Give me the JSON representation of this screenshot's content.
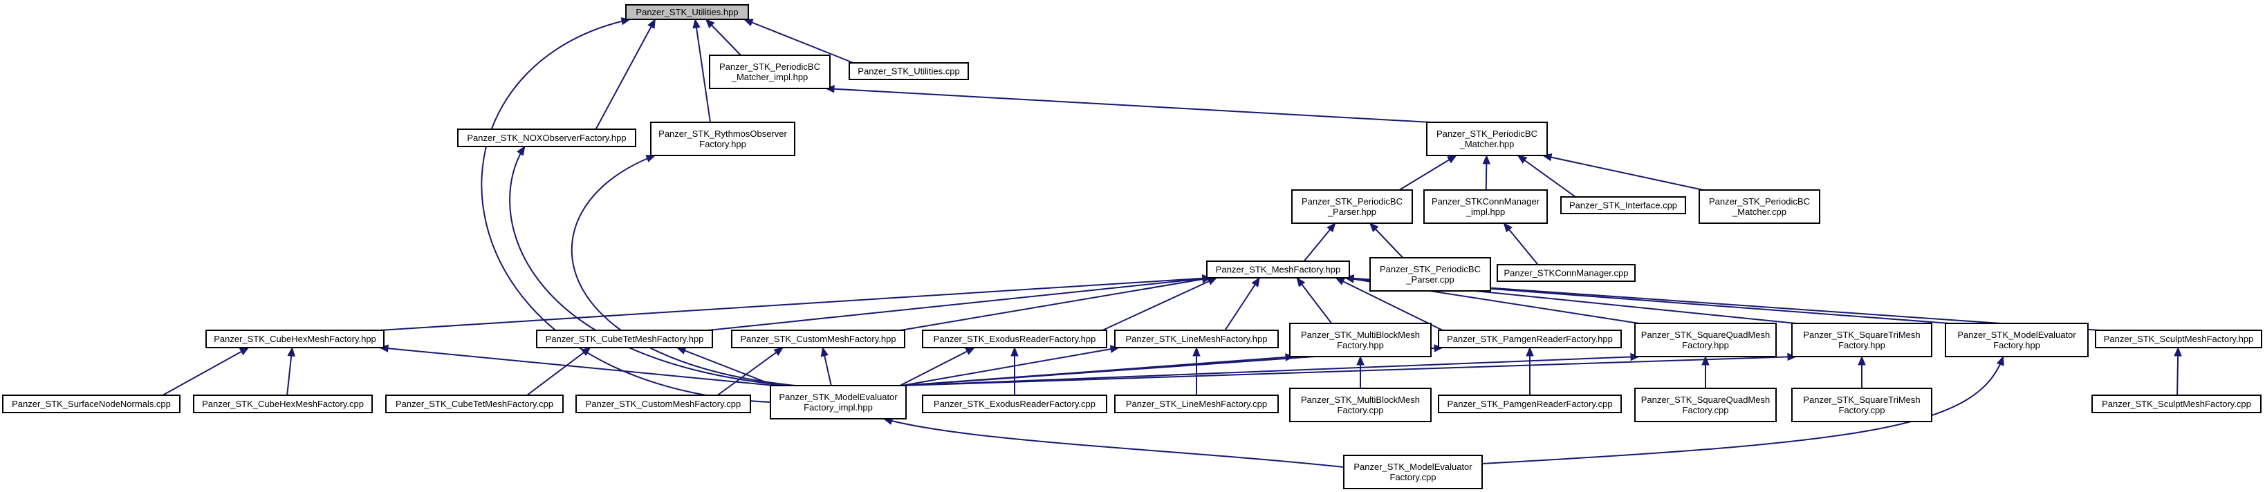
{
  "diagram": {
    "type": "include-dependency-graph",
    "root_fill": "#bfbfbf",
    "node_fill": "#ffffff",
    "border_color": "#000000",
    "edge_color": "#191970",
    "nodes": [
      {
        "id": "utilities_hpp",
        "lines": [
          "Panzer_STK_Utilities.hpp"
        ],
        "root": true
      },
      {
        "id": "periodicbc_matcher_impl_hpp",
        "lines": [
          "Panzer_STK_PeriodicBC",
          "_Matcher_impl.hpp"
        ]
      },
      {
        "id": "utilities_cpp",
        "lines": [
          "Panzer_STK_Utilities.cpp"
        ]
      },
      {
        "id": "noxobserverfactory_hpp",
        "lines": [
          "Panzer_STK_NOXObserverFactory.hpp"
        ]
      },
      {
        "id": "rythmosobserverfactory_hpp",
        "lines": [
          "Panzer_STK_RythmosObserver",
          "Factory.hpp"
        ]
      },
      {
        "id": "periodicbc_matcher_hpp",
        "lines": [
          "Panzer_STK_PeriodicBC",
          "_Matcher.hpp"
        ]
      },
      {
        "id": "periodicbc_parser_hpp",
        "lines": [
          "Panzer_STK_PeriodicBC",
          "_Parser.hpp"
        ]
      },
      {
        "id": "stkconnmanager_impl_hpp",
        "lines": [
          "Panzer_STKConnManager",
          "_impl.hpp"
        ]
      },
      {
        "id": "interface_cpp",
        "lines": [
          "Panzer_STK_Interface.cpp"
        ]
      },
      {
        "id": "periodicbc_matcher_cpp",
        "lines": [
          "Panzer_STK_PeriodicBC",
          "_Matcher.cpp"
        ]
      },
      {
        "id": "meshfactory_hpp",
        "lines": [
          "Panzer_STK_MeshFactory.hpp"
        ]
      },
      {
        "id": "periodicbc_parser_cpp",
        "lines": [
          "Panzer_STK_PeriodicBC",
          "_Parser.cpp"
        ]
      },
      {
        "id": "stkconnmanager_cpp",
        "lines": [
          "Panzer_STKConnManager.cpp"
        ]
      },
      {
        "id": "cubehexmeshfactory_hpp",
        "lines": [
          "Panzer_STK_CubeHexMeshFactory.hpp"
        ]
      },
      {
        "id": "cubetetmeshfactory_hpp",
        "lines": [
          "Panzer_STK_CubeTetMeshFactory.hpp"
        ]
      },
      {
        "id": "custommeshfactory_hpp",
        "lines": [
          "Panzer_STK_CustomMeshFactory.hpp"
        ]
      },
      {
        "id": "exodusreaderfactory_hpp",
        "lines": [
          "Panzer_STK_ExodusReaderFactory.hpp"
        ]
      },
      {
        "id": "linemeshfactory_hpp",
        "lines": [
          "Panzer_STK_LineMeshFactory.hpp"
        ]
      },
      {
        "id": "multiblockmeshfactory_hpp",
        "lines": [
          "Panzer_STK_MultiBlockMesh",
          "Factory.hpp"
        ]
      },
      {
        "id": "pamgenreaderfactory_hpp",
        "lines": [
          "Panzer_STK_PamgenReaderFactory.hpp"
        ]
      },
      {
        "id": "squarequadmeshfactory_hpp",
        "lines": [
          "Panzer_STK_SquareQuadMesh",
          "Factory.hpp"
        ]
      },
      {
        "id": "squaretrimeshfactory_hpp",
        "lines": [
          "Panzer_STK_SquareTriMesh",
          "Factory.hpp"
        ]
      },
      {
        "id": "modelevaluatorfactory_hpp",
        "lines": [
          "Panzer_STK_ModelEvaluator",
          "Factory.hpp"
        ]
      },
      {
        "id": "sculptmeshfactory_hpp",
        "lines": [
          "Panzer_STK_SculptMeshFactory.hpp"
        ]
      },
      {
        "id": "surfacenodenormals_cpp",
        "lines": [
          "Panzer_STK_SurfaceNodeNormals.cpp"
        ]
      },
      {
        "id": "cubehexmeshfactory_cpp",
        "lines": [
          "Panzer_STK_CubeHexMeshFactory.cpp"
        ]
      },
      {
        "id": "cubetetmeshfactory_cpp",
        "lines": [
          "Panzer_STK_CubeTetMeshFactory.cpp"
        ]
      },
      {
        "id": "custommeshfactory_cpp",
        "lines": [
          "Panzer_STK_CustomMeshFactory.cpp"
        ]
      },
      {
        "id": "modelevaluatorfactory_impl_hpp",
        "lines": [
          "Panzer_STK_ModelEvaluator",
          "Factory_impl.hpp"
        ]
      },
      {
        "id": "exodusreaderfactory_cpp",
        "lines": [
          "Panzer_STK_ExodusReaderFactory.cpp"
        ]
      },
      {
        "id": "linemeshfactory_cpp",
        "lines": [
          "Panzer_STK_LineMeshFactory.cpp"
        ]
      },
      {
        "id": "multiblockmeshfactory_cpp",
        "lines": [
          "Panzer_STK_MultiBlockMesh",
          "Factory.cpp"
        ]
      },
      {
        "id": "pamgenreaderfactory_cpp",
        "lines": [
          "Panzer_STK_PamgenReaderFactory.cpp"
        ]
      },
      {
        "id": "squarequadmeshfactory_cpp",
        "lines": [
          "Panzer_STK_SquareQuadMesh",
          "Factory.cpp"
        ]
      },
      {
        "id": "squaretrimeshfactory_cpp",
        "lines": [
          "Panzer_STK_SquareTriMesh",
          "Factory.cpp"
        ]
      },
      {
        "id": "sculptmeshfactory_cpp",
        "lines": [
          "Panzer_STK_SculptMeshFactory.cpp"
        ]
      },
      {
        "id": "modelevaluatorfactory_cpp",
        "lines": [
          "Panzer_STK_ModelEvaluator",
          "Factory.cpp"
        ]
      }
    ],
    "edges": [
      {
        "from": "periodicbc_matcher_impl_hpp",
        "to": "utilities_hpp"
      },
      {
        "from": "utilities_cpp",
        "to": "utilities_hpp"
      },
      {
        "from": "noxobserverfactory_hpp",
        "to": "utilities_hpp"
      },
      {
        "from": "rythmosobserverfactory_hpp",
        "to": "utilities_hpp"
      },
      {
        "from": "modelevaluatorfactory_impl_hpp",
        "to": "utilities_hpp"
      },
      {
        "from": "periodicbc_matcher_hpp",
        "to": "periodicbc_matcher_impl_hpp"
      },
      {
        "from": "periodicbc_parser_hpp",
        "to": "periodicbc_matcher_hpp"
      },
      {
        "from": "stkconnmanager_impl_hpp",
        "to": "periodicbc_matcher_hpp"
      },
      {
        "from": "interface_cpp",
        "to": "periodicbc_matcher_hpp"
      },
      {
        "from": "periodicbc_matcher_cpp",
        "to": "periodicbc_matcher_hpp"
      },
      {
        "from": "meshfactory_hpp",
        "to": "periodicbc_parser_hpp"
      },
      {
        "from": "periodicbc_parser_cpp",
        "to": "periodicbc_parser_hpp"
      },
      {
        "from": "stkconnmanager_cpp",
        "to": "stkconnmanager_impl_hpp"
      },
      {
        "from": "cubehexmeshfactory_hpp",
        "to": "meshfactory_hpp"
      },
      {
        "from": "cubetetmeshfactory_hpp",
        "to": "meshfactory_hpp"
      },
      {
        "from": "custommeshfactory_hpp",
        "to": "meshfactory_hpp"
      },
      {
        "from": "exodusreaderfactory_hpp",
        "to": "meshfactory_hpp"
      },
      {
        "from": "linemeshfactory_hpp",
        "to": "meshfactory_hpp"
      },
      {
        "from": "multiblockmeshfactory_hpp",
        "to": "meshfactory_hpp"
      },
      {
        "from": "pamgenreaderfactory_hpp",
        "to": "meshfactory_hpp"
      },
      {
        "from": "squarequadmeshfactory_hpp",
        "to": "meshfactory_hpp"
      },
      {
        "from": "squaretrimeshfactory_hpp",
        "to": "meshfactory_hpp"
      },
      {
        "from": "modelevaluatorfactory_hpp",
        "to": "meshfactory_hpp"
      },
      {
        "from": "sculptmeshfactory_hpp",
        "to": "meshfactory_hpp"
      },
      {
        "from": "surfacenodenormals_cpp",
        "to": "cubehexmeshfactory_hpp"
      },
      {
        "from": "cubehexmeshfactory_cpp",
        "to": "cubehexmeshfactory_hpp"
      },
      {
        "from": "modelevaluatorfactory_impl_hpp",
        "to": "cubehexmeshfactory_hpp"
      },
      {
        "from": "cubetetmeshfactory_cpp",
        "to": "cubetetmeshfactory_hpp"
      },
      {
        "from": "modelevaluatorfactory_impl_hpp",
        "to": "cubetetmeshfactory_hpp"
      },
      {
        "from": "custommeshfactory_cpp",
        "to": "custommeshfactory_hpp"
      },
      {
        "from": "modelevaluatorfactory_impl_hpp",
        "to": "custommeshfactory_hpp"
      },
      {
        "from": "exodusreaderfactory_cpp",
        "to": "exodusreaderfactory_hpp"
      },
      {
        "from": "modelevaluatorfactory_impl_hpp",
        "to": "exodusreaderfactory_hpp"
      },
      {
        "from": "linemeshfactory_cpp",
        "to": "linemeshfactory_hpp"
      },
      {
        "from": "modelevaluatorfactory_impl_hpp",
        "to": "linemeshfactory_hpp"
      },
      {
        "from": "multiblockmeshfactory_cpp",
        "to": "multiblockmeshfactory_hpp"
      },
      {
        "from": "modelevaluatorfactory_impl_hpp",
        "to": "multiblockmeshfactory_hpp"
      },
      {
        "from": "pamgenreaderfactory_cpp",
        "to": "pamgenreaderfactory_hpp"
      },
      {
        "from": "modelevaluatorfactory_impl_hpp",
        "to": "pamgenreaderfactory_hpp"
      },
      {
        "from": "squarequadmeshfactory_cpp",
        "to": "squarequadmeshfactory_hpp"
      },
      {
        "from": "modelevaluatorfactory_impl_hpp",
        "to": "squarequadmeshfactory_hpp"
      },
      {
        "from": "squaretrimeshfactory_cpp",
        "to": "squaretrimeshfactory_hpp"
      },
      {
        "from": "modelevaluatorfactory_impl_hpp",
        "to": "squaretrimeshfactory_hpp"
      },
      {
        "from": "sculptmeshfactory_cpp",
        "to": "sculptmeshfactory_hpp"
      },
      {
        "from": "modelevaluatorfactory_cpp",
        "to": "modelevaluatorfactory_hpp"
      },
      {
        "from": "modelevaluatorfactory_cpp",
        "to": "modelevaluatorfactory_impl_hpp"
      },
      {
        "from": "modelevaluatorfactory_impl_hpp",
        "to": "noxobserverfactory_hpp"
      },
      {
        "from": "modelevaluatorfactory_impl_hpp",
        "to": "rythmosobserverfactory_hpp"
      }
    ]
  }
}
